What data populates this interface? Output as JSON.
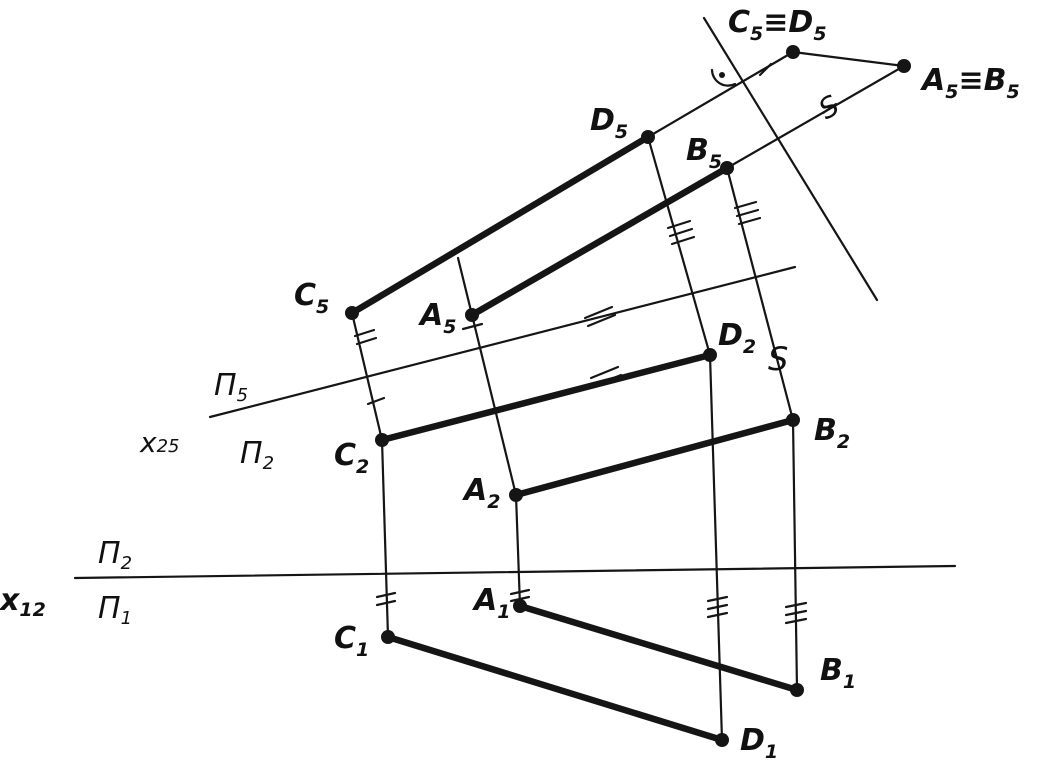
{
  "axes": {
    "x12": {
      "label": "x",
      "sub": "12",
      "upper": "Π",
      "upper_sub": "2",
      "lower": "Π",
      "lower_sub": "1"
    },
    "x25": {
      "label": "x",
      "sub": "25",
      "upper": "Π",
      "upper_sub": "5",
      "lower": "Π",
      "lower_sub": "2"
    }
  },
  "points": {
    "A1": {
      "label": "A",
      "sub": "1"
    },
    "B1": {
      "label": "B",
      "sub": "1"
    },
    "C1": {
      "label": "C",
      "sub": "1"
    },
    "D1": {
      "label": "D",
      "sub": "1"
    },
    "A2": {
      "label": "A",
      "sub": "2"
    },
    "B2": {
      "label": "B",
      "sub": "2"
    },
    "C2": {
      "label": "C",
      "sub": "2"
    },
    "D2": {
      "label": "D",
      "sub": "2"
    },
    "A5": {
      "label": "A",
      "sub": "5"
    },
    "B5": {
      "label": "B",
      "sub": "5"
    },
    "C5": {
      "label": "C",
      "sub": "5"
    },
    "D5": {
      "label": "D",
      "sub": "5"
    }
  },
  "coincident": {
    "CD5": {
      "a": "C",
      "a_sub": "5",
      "sym": "≡",
      "b": "D",
      "b_sub": "5"
    },
    "AB5": {
      "a": "A",
      "a_sub": "5",
      "sym": "≡",
      "b": "B",
      "b_sub": "5"
    }
  },
  "marks": {
    "right_angle": "⊙",
    "s_mark": "S"
  }
}
